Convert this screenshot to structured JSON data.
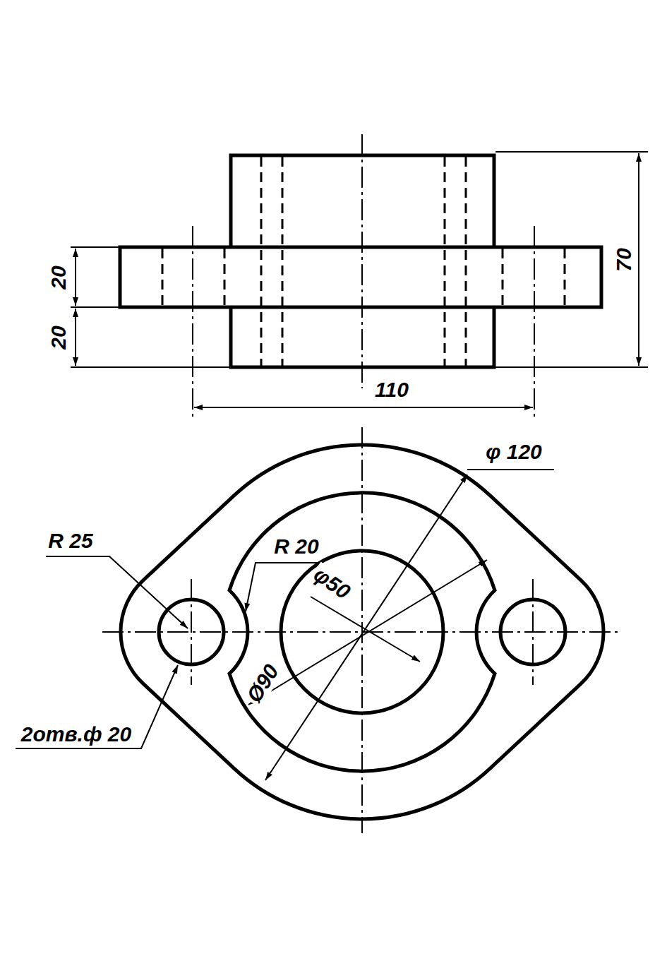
{
  "diagram": {
    "labels": [
      "20",
      "20",
      "70",
      "110",
      "φ 120",
      "R 25",
      "R 20",
      "φ50",
      "Ø90",
      "2отв.ф 20"
    ]
  }
}
